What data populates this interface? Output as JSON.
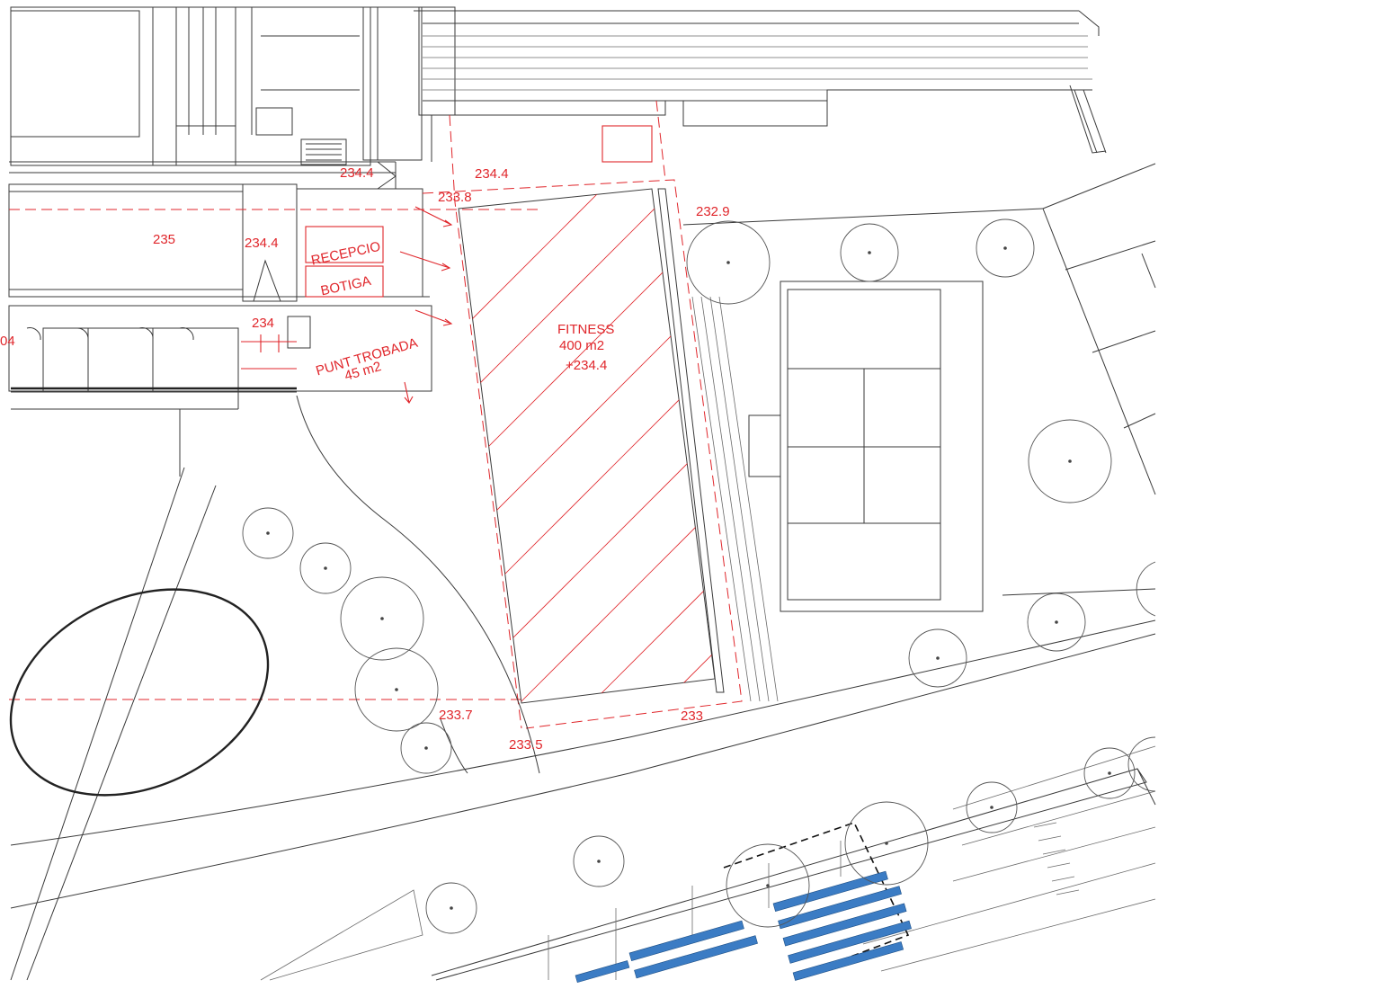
{
  "labels": {
    "elev_234_4_top": "234.4",
    "elev_234_4_roof": "234.4",
    "elev_233_8": "233.8",
    "elev_232_9": "232.9",
    "elev_235": "235",
    "elev_234_4_hall": "234.4",
    "elev_234": "234",
    "elev_233_7": "233.7",
    "elev_233_5": "233.5",
    "elev_233": "233",
    "edge_fragment": "04",
    "recepcio": "RECEPCIO",
    "botiga": "BOTIGA",
    "punt_trobada_line1": "PUNT TROBADA",
    "punt_trobada_line2": "45 m2",
    "fitness_line1": "FITNESS",
    "fitness_line2": "400 m2",
    "fitness_line3": "+234.4"
  },
  "colors": {
    "annotation": "#e0262b",
    "linework": "#3a3a3a",
    "seating": "#3b7cc4",
    "background": "#ffffff"
  }
}
